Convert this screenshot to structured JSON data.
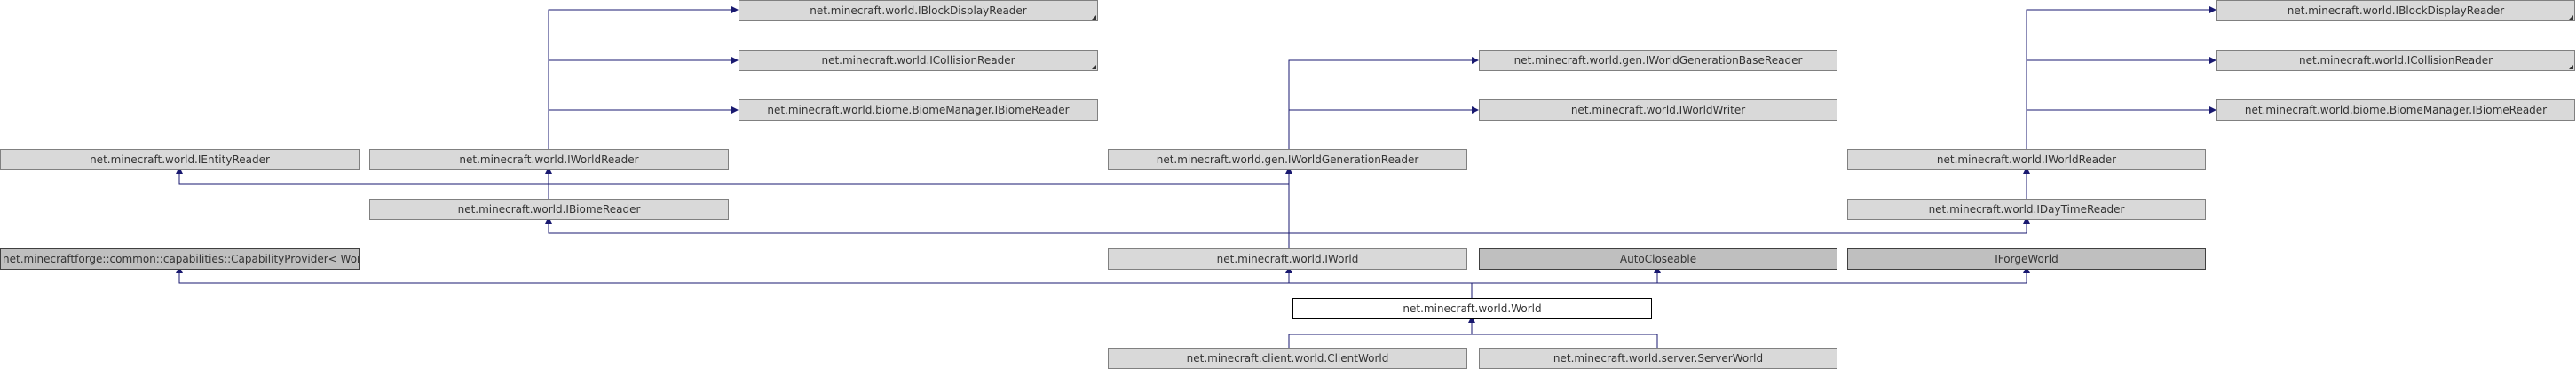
{
  "nodes": {
    "n_ibdr1": "net.minecraft.world.IBlockDisplayReader",
    "n_icr1": "net.minecraft.world.ICollisionReader",
    "n_ibmr1": "net.minecraft.world.biome.BiomeManager.IBiomeReader",
    "n_ier": "net.minecraft.world.IEntityReader",
    "n_iwr1": "net.minecraft.world.IWorldReader",
    "n_ibr": "net.minecraft.world.IBiomeReader",
    "n_cap": "net.minecraftforge::common::capabilities::CapabilityProvider< World >",
    "n_iwgbr": "net.minecraft.world.gen.IWorldGenerationBaseReader",
    "n_iww": "net.minecraft.world.IWorldWriter",
    "n_iwgr": "net.minecraft.world.gen.IWorldGenerationReader",
    "n_iworld": "net.minecraft.world.IWorld",
    "n_auto": "AutoCloseable",
    "n_iforge": "IForgeWorld",
    "n_world": "net.minecraft.world.World",
    "n_client": "net.minecraft.client.world.ClientWorld",
    "n_server": "net.minecraft.world.server.ServerWorld",
    "n_ibdr2": "net.minecraft.world.IBlockDisplayReader",
    "n_icr2": "net.minecraft.world.ICollisionReader",
    "n_ibmr2": "net.minecraft.world.biome.BiomeManager.IBiomeReader",
    "n_iwr2": "net.minecraft.world.IWorldReader",
    "n_idtr": "net.minecraft.world.IDayTimeReader"
  },
  "colors": {
    "edge": "#191970",
    "node_fill": "#d9d9d9",
    "external_fill": "#bfbfbf",
    "current_fill": "#ffffff"
  }
}
